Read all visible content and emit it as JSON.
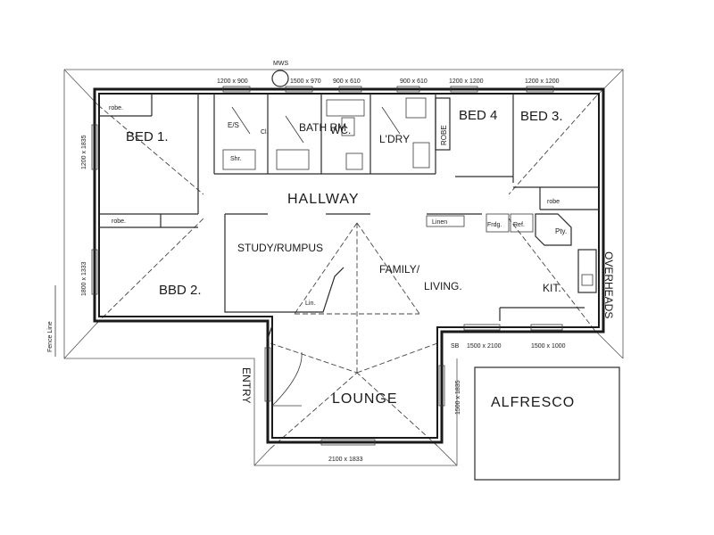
{
  "rooms": {
    "bed1": "BED 1.",
    "bed2": "BBD 2.",
    "bed3": "BED 3.",
    "bed4": "BED 4",
    "robe": "ROBE",
    "bath": "BATH RM",
    "wc": "WC.",
    "ldry": "L'DRY",
    "es": "E/S",
    "hallway": "HALLWAY",
    "study": "STUDY/RUMPUS",
    "family": "FAMILY/",
    "living": "LIVING.",
    "kitchen": "KIT.",
    "pantry": "Pty.",
    "entry": "ENTRY",
    "lounge": "LOUNGE",
    "alfresco": "ALFRESCO",
    "overheads": "OVERHEADS"
  },
  "small_labels": {
    "robe_bed1": "robe.",
    "robe_bed2": "robe.",
    "robe_bed3": "robe",
    "linen": "Linen",
    "fridge": "Frdg.",
    "ref": "Ref.",
    "shr": "Shr.",
    "lin": "Lin.",
    "cl": "Cl.",
    "sb": "SB"
  },
  "dimensions": {
    "w1": "1200 x 900",
    "w2": "1500 x 970",
    "w3": "900 x 610",
    "w4": "900 x 610",
    "w5": "1200 x 1200",
    "w6": "1200 x 1200",
    "bed1_side": "1200 x 1835",
    "bed2_side": "1800 x 1333",
    "sd": "1500 x 2100",
    "kit_win": "1500 x 1000",
    "lounge_side": "1500 x 1835",
    "lounge_bottom": "2100 x 1833"
  },
  "annotations": {
    "mws": "MWS",
    "fence": "Fence Line"
  }
}
